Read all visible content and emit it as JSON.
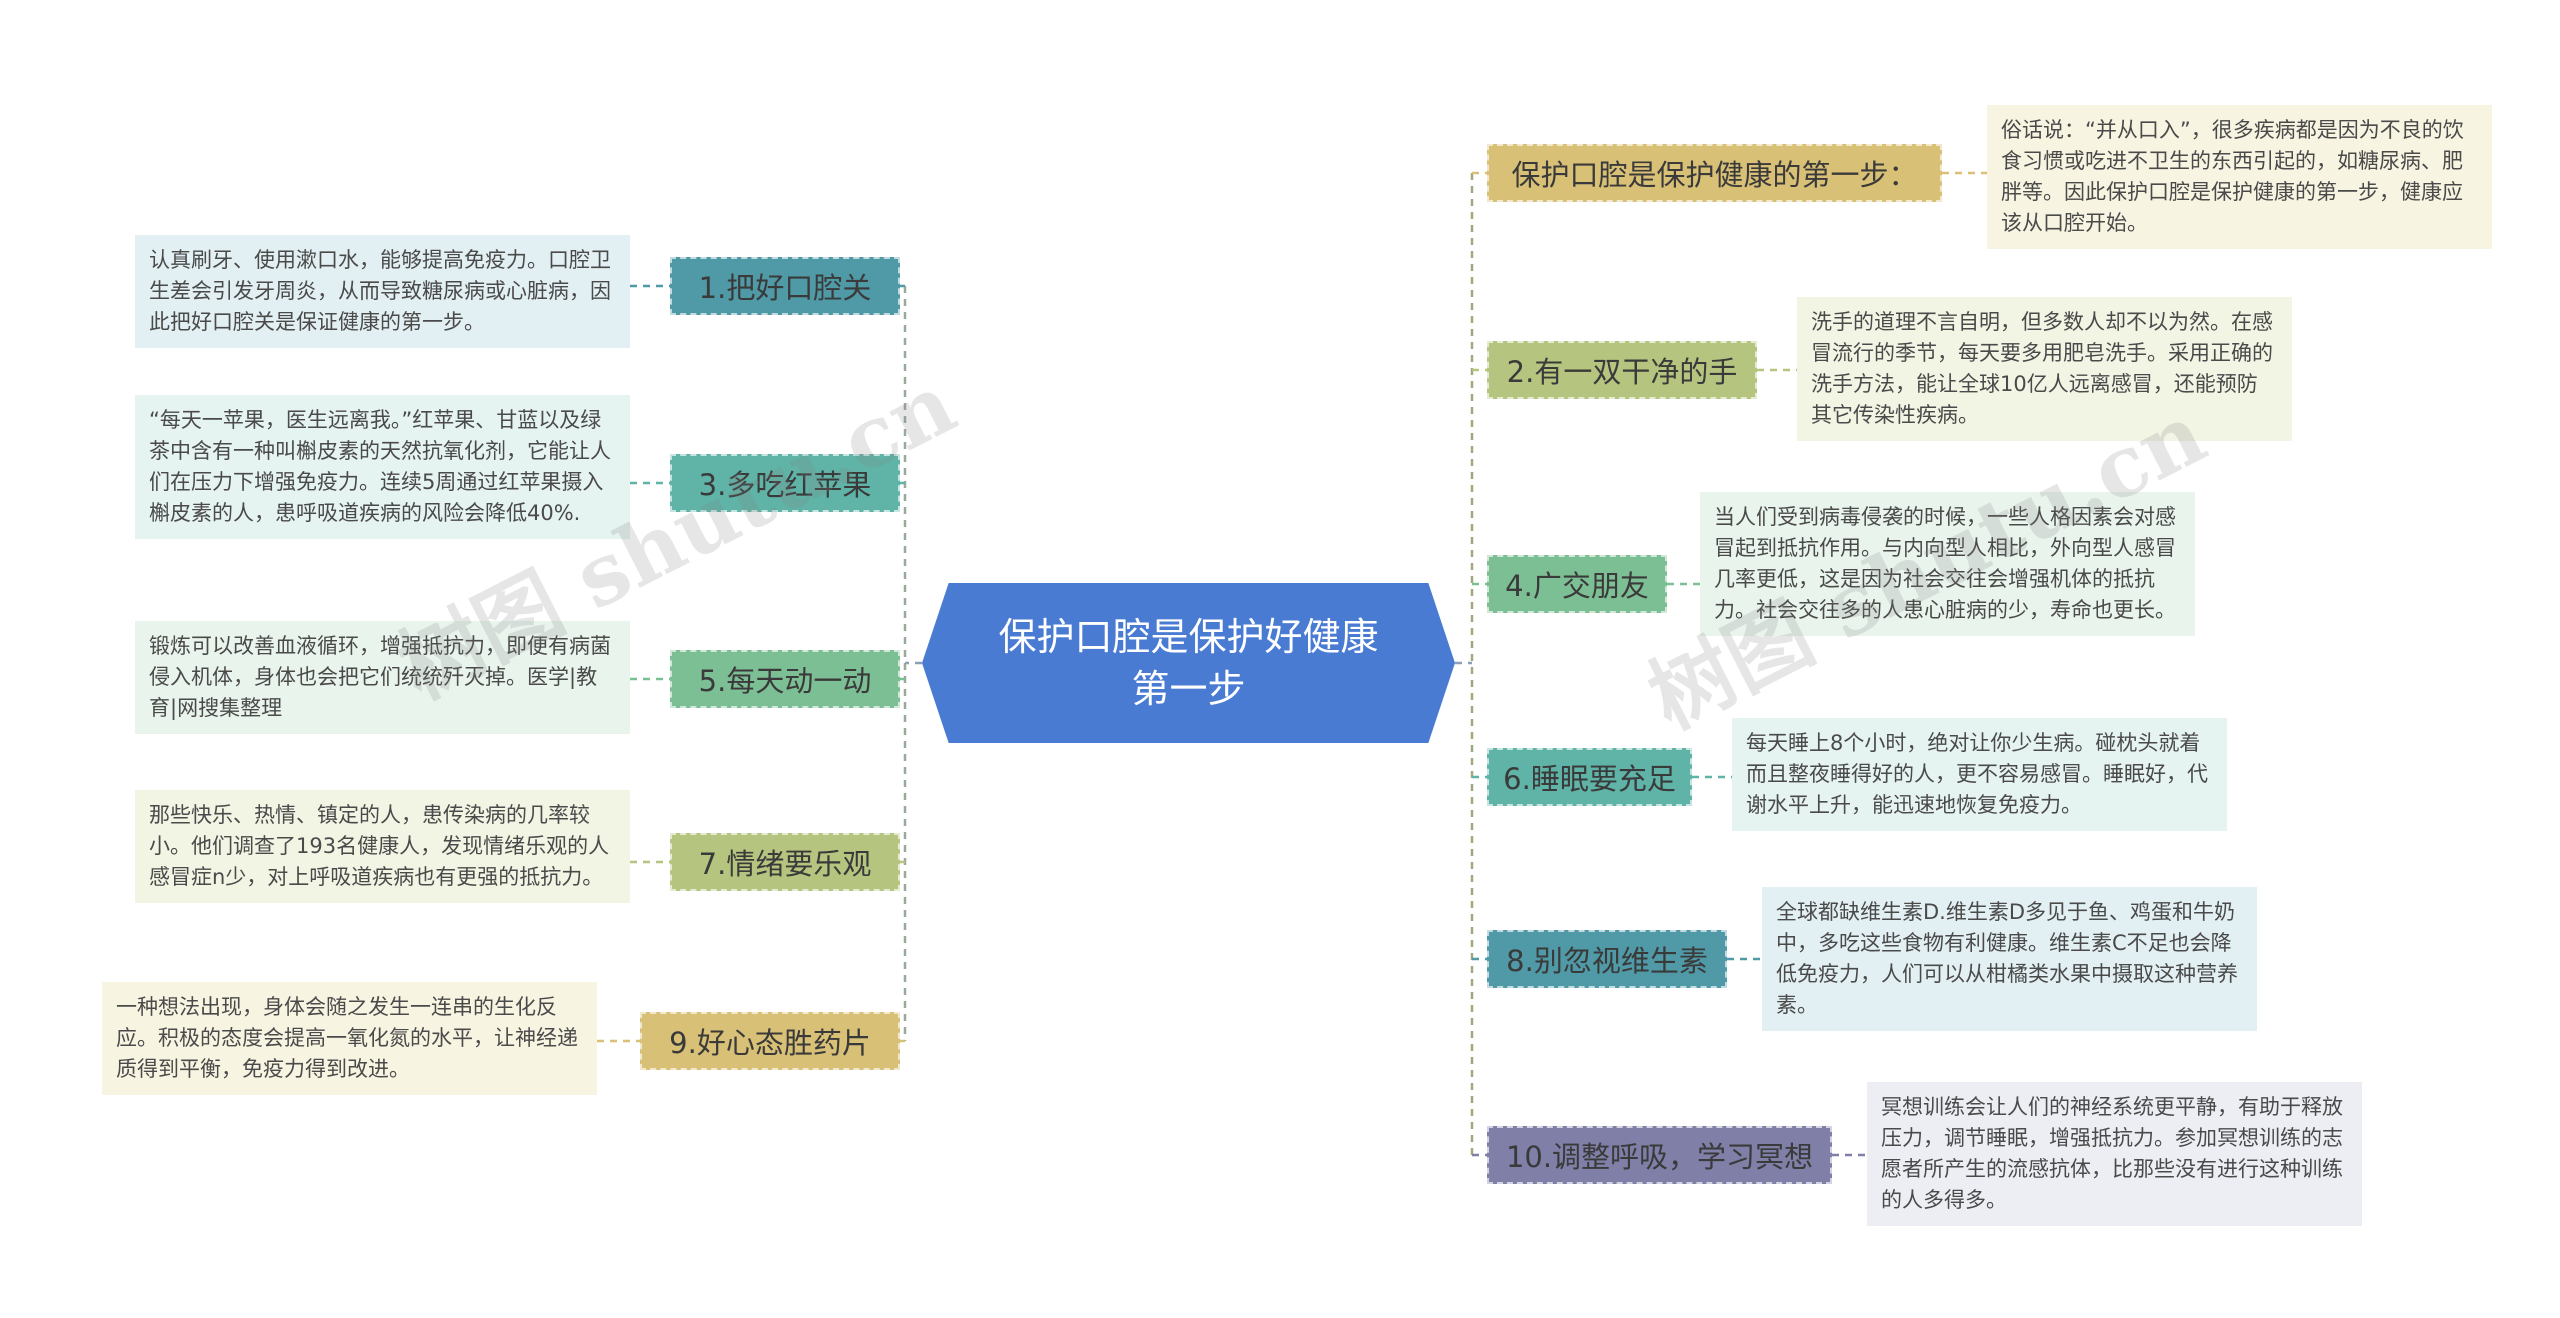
{
  "central": {
    "title": "保护口腔是保护好健康第一步",
    "color": "#4a7bd3"
  },
  "watermarks": [
    "树图 shutu.cn",
    "树图 shutu.cn"
  ],
  "left_branches": [
    {
      "label": "1.把好口腔关",
      "color": "#4f9aa6",
      "detail": "认真刷牙、使用漱口水，能够提高免疫力。口腔卫生差会引发牙周炎，从而导致糖尿病或心脏病，因此把好口腔关是保证健康的第一步。",
      "detail_bg": "#e3f0f3"
    },
    {
      "label": "3.多吃红苹果",
      "color": "#5fb3a7",
      "detail": "“每天一苹果，医生远离我。”红苹果、甘蓝以及绿茶中含有一种叫槲皮素的天然抗氧化剂，它能让人们在压力下增强免疫力。连续5周通过红苹果摄入槲皮素的人，患呼吸道疾病的风险会降低40%.",
      "detail_bg": "#e5f3f1"
    },
    {
      "label": "5.每天动一动",
      "color": "#7dbf94",
      "detail": "锻炼可以改善血液循环，增强抵抗力，即便有病菌侵入机体，身体也会把它们统统歼灭掉。医学|教育|网搜集整理",
      "detail_bg": "#e9f4ed"
    },
    {
      "label": "7.情绪要乐观",
      "color": "#b5c47e",
      "detail": "那些快乐、热情、镇定的人，患传染病的几率较小。他们调查了193名健康人，发现情绪乐观的人感冒症n少，对上呼吸道疾病也有更强的抵抗力。",
      "detail_bg": "#f2f4e4"
    },
    {
      "label": "9.好心态胜药片",
      "color": "#d9c077",
      "detail": "一种想法出现，身体会随之发生一连串的生化反应。积极的态度会提高一氧化氮的水平，让神经递质得到平衡，免疫力得到改进。",
      "detail_bg": "#f8f4e2"
    }
  ],
  "right_branches": [
    {
      "label": "保护口腔是保护健康的第一步：",
      "color": "#d9c077",
      "detail": "俗话说：“并从口入”，很多疾病都是因为不良的饮食习惯或吃进不卫生的东西引起的，如糖尿病、肥胖等。因此保护口腔是保护健康的第一步，健康应该从口腔开始。",
      "detail_bg": "#f8f4e2"
    },
    {
      "label": "2.有一双干净的手",
      "color": "#b5c47e",
      "detail": "洗手的道理不言自明，但多数人却不以为然。在感冒流行的季节，每天要多用肥皂洗手。采用正确的洗手方法，能让全球10亿人远离感冒，还能预防其它传染性疾病。",
      "detail_bg": "#f2f4e4"
    },
    {
      "label": "4.广交朋友",
      "color": "#7dbf94",
      "detail": "当人们受到病毒侵袭的时候，一些人格因素会对感冒起到抵抗作用。与内向型人相比，外向型人感冒几率更低，这是因为社会交往会增强机体的抵抗力。社会交往多的人患心脏病的少，寿命也更长。",
      "detail_bg": "#e9f4ed"
    },
    {
      "label": "6.睡眠要充足",
      "color": "#5fb3a7",
      "detail": "每天睡上8个小时，绝对让你少生病。碰枕头就着而且整夜睡得好的人，更不容易感冒。睡眠好，代谢水平上升，能迅速地恢复免疫力。",
      "detail_bg": "#e5f3f1"
    },
    {
      "label": "8.别忽视维生素",
      "color": "#4f9aa6",
      "detail": "全球都缺维生素D.维生素D多见于鱼、鸡蛋和牛奶中，多吃这些食物有利健康。维生素C不足也会降低免疫力，人们可以从柑橘类水果中摄取这种营养素。",
      "detail_bg": "#e3f0f3"
    },
    {
      "label": "10.调整呼吸，学习冥想",
      "color": "#7f7fa8",
      "detail": "冥想训练会让人们的神经系统更平静，有助于释放压力，调节睡眠，增强抵抗力。参加冥想训练的志愿者所产生的流感抗体，比那些没有进行这种训练的人多得多。",
      "detail_bg": "#eceef4"
    }
  ]
}
